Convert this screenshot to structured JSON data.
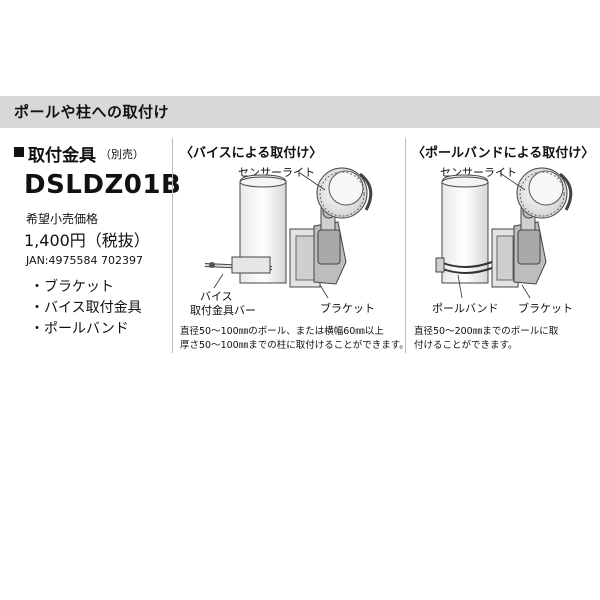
{
  "section_title": "ポールや柱への取付け",
  "product": {
    "heading": "取付金具",
    "heading_note": "（別売）",
    "model": "DSLDZ01B",
    "price_label": "希望小売価格",
    "price": "1,400円（税抜）",
    "jan": "JAN:4975584 702397",
    "items": [
      "・ブラケット",
      "・バイス取付金具",
      "・ポールバンド"
    ]
  },
  "panel_vise": {
    "title": "〈バイスによる取付け〉",
    "label_sensor": "センサーライト",
    "label_vise": [
      "バイス",
      "取付金具バー"
    ],
    "label_bracket": "ブラケット",
    "note_lines": [
      "直径50～100㎜のポール、または横幅60㎜以上",
      "厚さ50～100㎜までの柱に取付けることができます。"
    ]
  },
  "panel_band": {
    "title": "〈ポールバンドによる取付け〉",
    "label_sensor": "センサーライト",
    "label_band": "ポールバンド",
    "label_bracket": "ブラケット",
    "note_lines": [
      "直径50～200㎜までのポールに取",
      "付けることができます。"
    ]
  }
}
